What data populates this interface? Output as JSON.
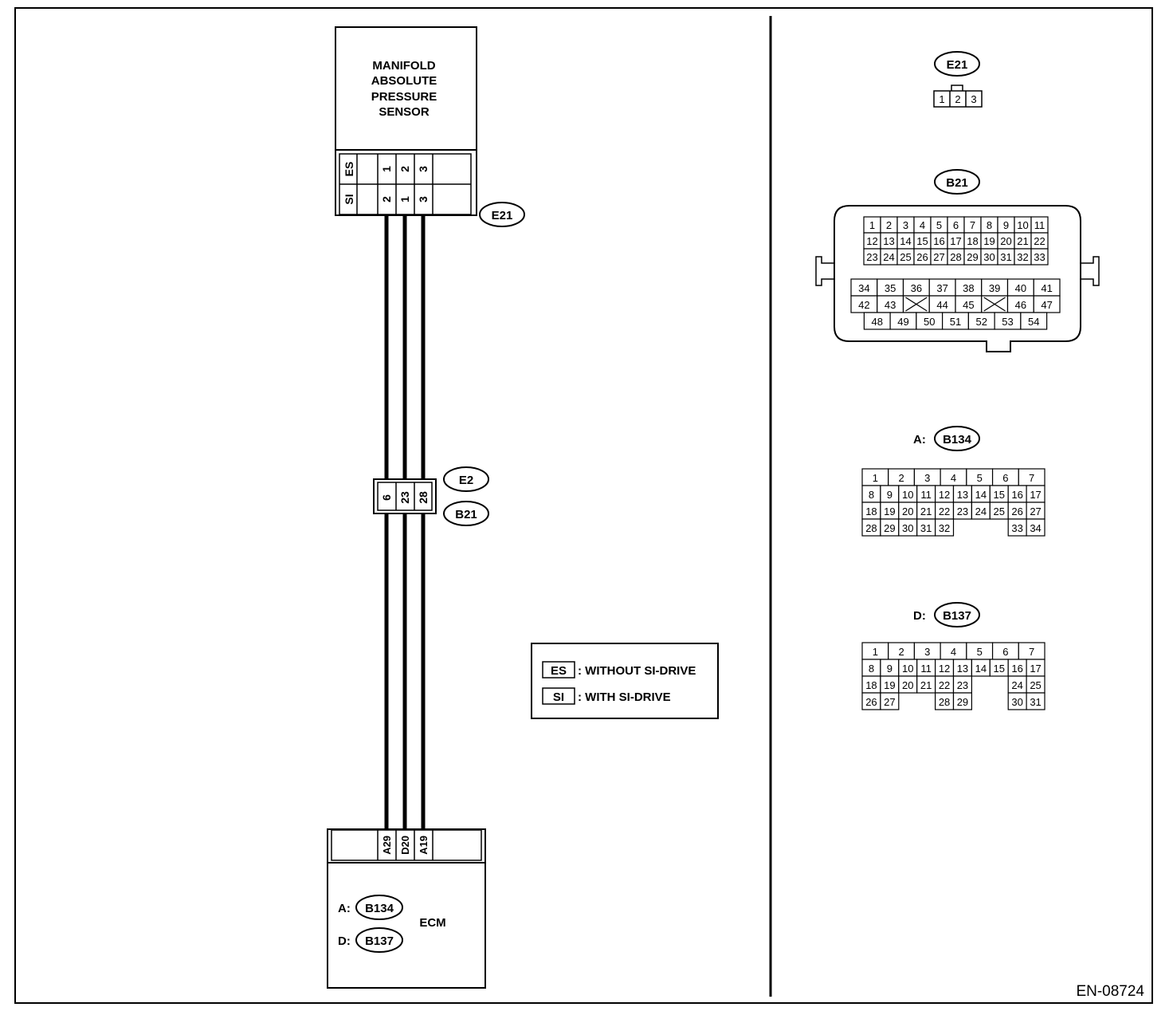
{
  "sensor": {
    "title_lines": [
      "MANIFOLD",
      "ABSOLUTE",
      "PRESSURE",
      "SENSOR"
    ]
  },
  "sensor_connector": {
    "id": "E21",
    "rows": [
      {
        "label": "ES",
        "pins": [
          "1",
          "2",
          "3"
        ]
      },
      {
        "label": "SI",
        "pins": [
          "2",
          "1",
          "3"
        ]
      }
    ]
  },
  "joint_connector": {
    "ids": [
      "E2",
      "B21"
    ],
    "pins": [
      "6",
      "23",
      "28"
    ]
  },
  "ecm": {
    "title": "ECM",
    "pins": [
      "A29",
      "D20",
      "A19"
    ],
    "connectors": [
      {
        "prefix": "A:",
        "id": "B134"
      },
      {
        "prefix": "D:",
        "id": "B137"
      }
    ]
  },
  "legend": [
    {
      "code": "ES",
      "text": ": WITHOUT SI-DRIVE"
    },
    {
      "code": "SI",
      "text": ": WITH SI-DRIVE"
    }
  ],
  "connector_views": {
    "e21": {
      "id": "E21",
      "pins": [
        "1",
        "2",
        "3"
      ]
    },
    "b21": {
      "id": "B21",
      "upper_rows": [
        [
          "1",
          "2",
          "3",
          "4",
          "5",
          "6",
          "7",
          "8",
          "9",
          "10",
          "11"
        ],
        [
          "12",
          "13",
          "14",
          "15",
          "16",
          "17",
          "18",
          "19",
          "20",
          "21",
          "22"
        ],
        [
          "23",
          "24",
          "25",
          "26",
          "27",
          "28",
          "29",
          "30",
          "31",
          "32",
          "33"
        ]
      ],
      "lower_rows": [
        [
          "34",
          "35",
          "36",
          "37",
          "38",
          "39",
          "40",
          "41"
        ],
        [
          "42",
          "43",
          "",
          "44",
          "45",
          "",
          "46",
          "47"
        ],
        [
          "48",
          "49",
          "50",
          "51",
          "52",
          "53",
          "54"
        ]
      ]
    },
    "b134": {
      "prefix": "A:",
      "id": "B134",
      "row1": [
        "1",
        "2",
        "3",
        "4",
        "5",
        "6",
        "7"
      ],
      "rows": [
        [
          "8",
          "9",
          "10",
          "11",
          "12",
          "13",
          "14",
          "15",
          "16",
          "17"
        ],
        [
          "18",
          "19",
          "20",
          "21",
          "22",
          "23",
          "24",
          "25",
          "26",
          "27"
        ],
        [
          "28",
          "29",
          "30",
          "31",
          "32",
          "",
          "",
          "",
          "33",
          "34"
        ]
      ]
    },
    "b137": {
      "prefix": "D:",
      "id": "B137",
      "row1": [
        "1",
        "2",
        "3",
        "4",
        "5",
        "6",
        "7"
      ],
      "rows": [
        [
          "8",
          "9",
          "10",
          "11",
          "12",
          "13",
          "14",
          "15",
          "16",
          "17"
        ],
        [
          "18",
          "19",
          "20",
          "21",
          "22",
          "23",
          "",
          "",
          "24",
          "25"
        ],
        [
          "26",
          "27",
          "",
          "",
          "28",
          "29",
          "",
          "",
          "30",
          "31"
        ]
      ]
    }
  },
  "figure_id": "EN-08724"
}
